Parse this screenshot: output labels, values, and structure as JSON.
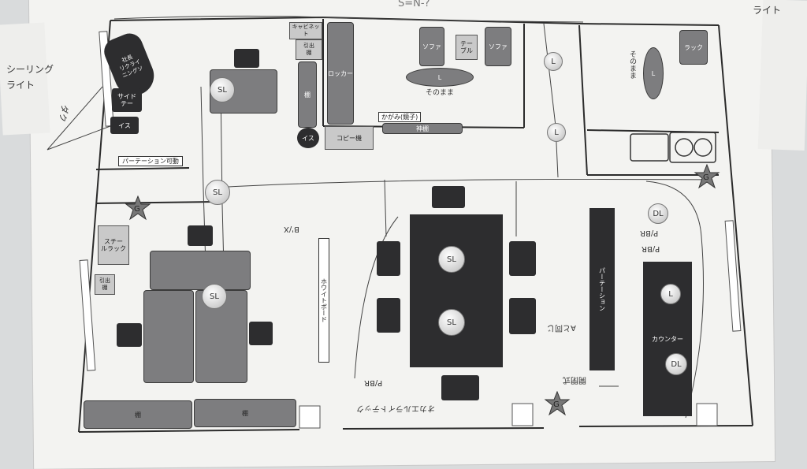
{
  "margin_notes": {
    "left_top": "シーリング\nライト",
    "right_top": "ライト"
  },
  "top_scribble": "S=N-?",
  "rooms": {
    "ceo_chair": "社長\nリクライ\nニングソ",
    "side_table": "サイド\nテー",
    "chair_left": "イス",
    "partition_possible": "パーテーション可動",
    "cabinet": "キャビネット",
    "drawer_top": "引出\n棚",
    "locker": "ロッカー",
    "cabinet_small": "棚",
    "chair_small": "イス",
    "copier": "コピー機",
    "sofa_left": "ソファ",
    "table": "テー\nブル",
    "sofa_right": "ソファ",
    "mirror": "かがみ(鏡子)",
    "shrine": "神棚",
    "rug_label": "L",
    "as_is_left": "そのまま",
    "as_is_right": "そのまま",
    "rack": "ラック",
    "steel_rack": "スチー\nルラック",
    "drawer_left": "引出\n棚",
    "whiteboard": "ホワイトボード",
    "partition": "パーテーション",
    "counter": "カウンター",
    "shelf_1": "棚",
    "shelf_2": "棚"
  },
  "lights": {
    "sl": "SL",
    "l": "L",
    "dl": "DL",
    "g": "G"
  },
  "handwritten": {
    "left_note": "ダク",
    "arrow_a": "B'/X",
    "arrow_b": "P/BR",
    "bottom_center": "オカエルライトテック",
    "right_note_1": "P/BR",
    "right_note_2": "P/BR",
    "right_note_3": "開閉式",
    "right_note_4": "Aと同じ"
  },
  "colors": {
    "wall": "#2b2b2b",
    "dark_fill": "#2d2d2f",
    "grey_fill": "#7d7d7f"
  }
}
